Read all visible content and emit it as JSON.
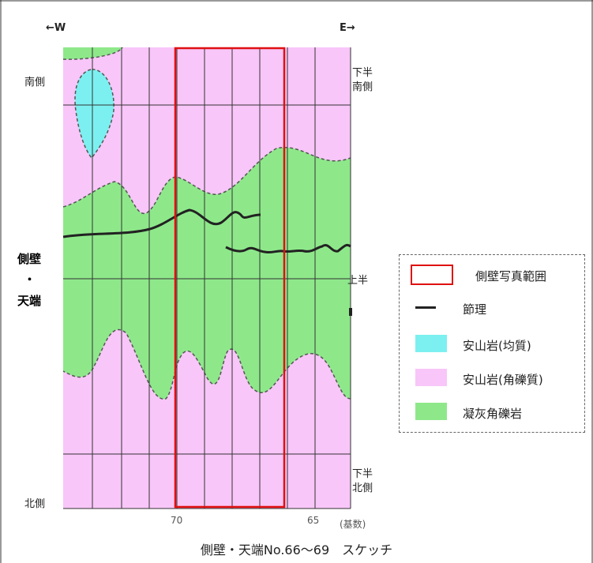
{
  "direction": {
    "west": "←W",
    "east": "E→"
  },
  "left_labels": {
    "south": "南側",
    "side_wall": "側壁",
    "dot": "・",
    "crown": "天端",
    "north": "北側"
  },
  "right_labels": {
    "lower_south_1": "下半",
    "lower_south_2": "南側",
    "upper": "上半",
    "lower_north_1": "下半",
    "lower_north_2": "北側"
  },
  "ticks": {
    "t70": "70",
    "t65": "65",
    "unit": "(基数)"
  },
  "caption": "側壁・天端No.66～69　スケッチ",
  "legend": {
    "photo_range": "側壁写真範囲",
    "joint": "節理",
    "andesite_homogeneous": "安山岩(均質)",
    "andesite_brecciated": "安山岩(角礫質)",
    "tuff_breccia": "凝灰角礫岩"
  },
  "colors": {
    "andesite_homogeneous": "#7cf0f0",
    "andesite_brecciated": "#f8c6f8",
    "tuff_breccia": "#8ee88a",
    "photo_range": "#e01010",
    "joint": "#222222"
  }
}
